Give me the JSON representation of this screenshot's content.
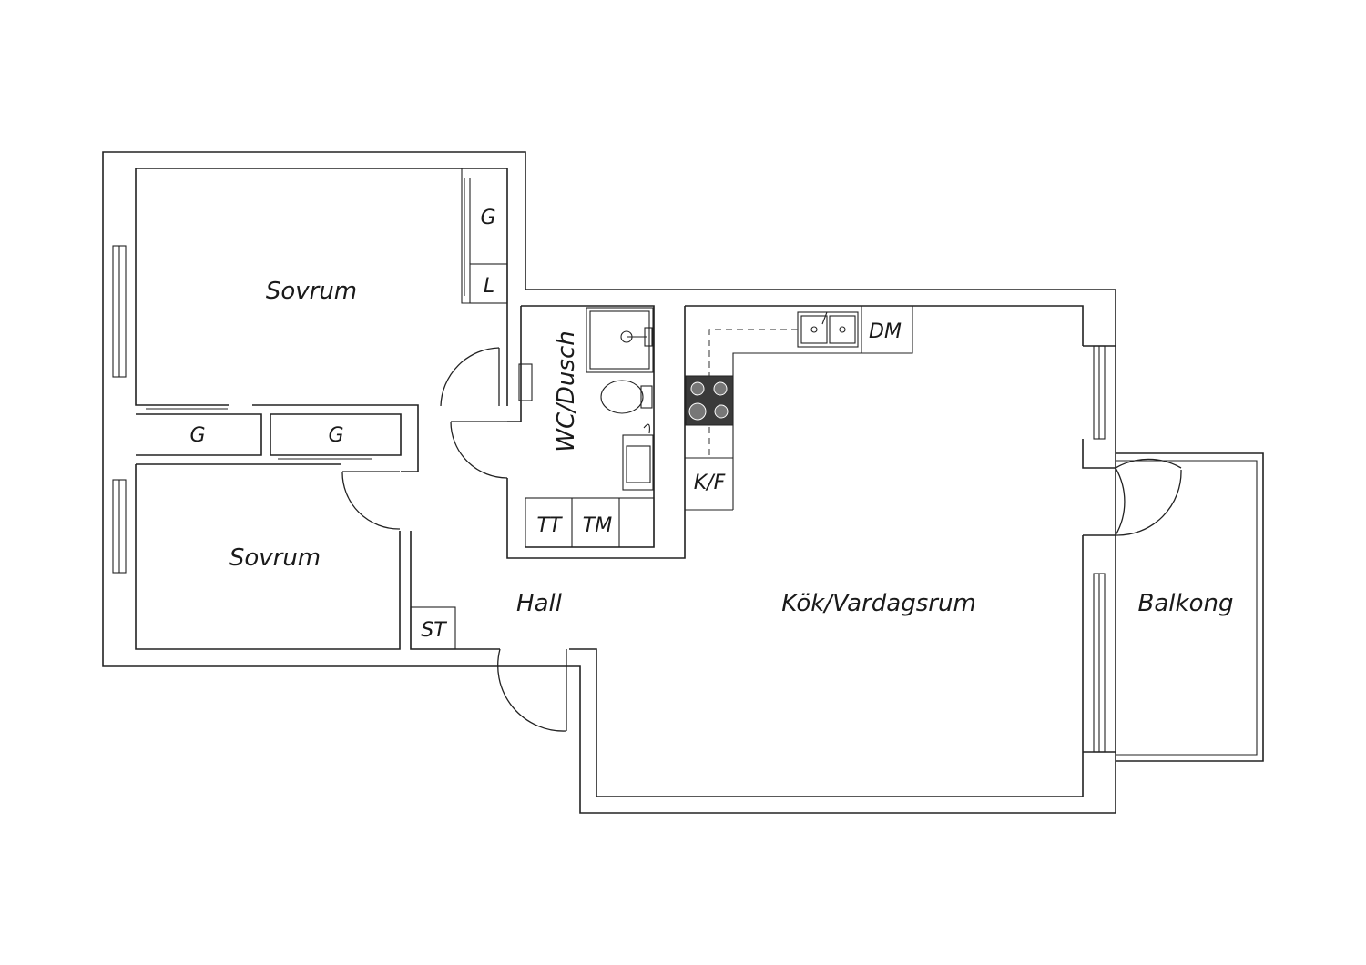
{
  "labels": {
    "sovrum_top": "Sovrum",
    "sovrum_bottom": "Sovrum",
    "wardrobe_top": "G",
    "linen_top": "L",
    "wardrobe_mid_left": "G",
    "wardrobe_mid_right": "G",
    "wc_dusch": "WC/Dusch",
    "tt": "TT",
    "tm": "TM",
    "dm": "DM",
    "kf": "K/F",
    "hall": "Hall",
    "st": "ST",
    "kok_vardagsrum": "Kök/Vardagsrum",
    "balkong": "Balkong"
  },
  "colors": {
    "wall": "#222222",
    "stove": "#3a3a3a",
    "background": "#ffffff"
  }
}
